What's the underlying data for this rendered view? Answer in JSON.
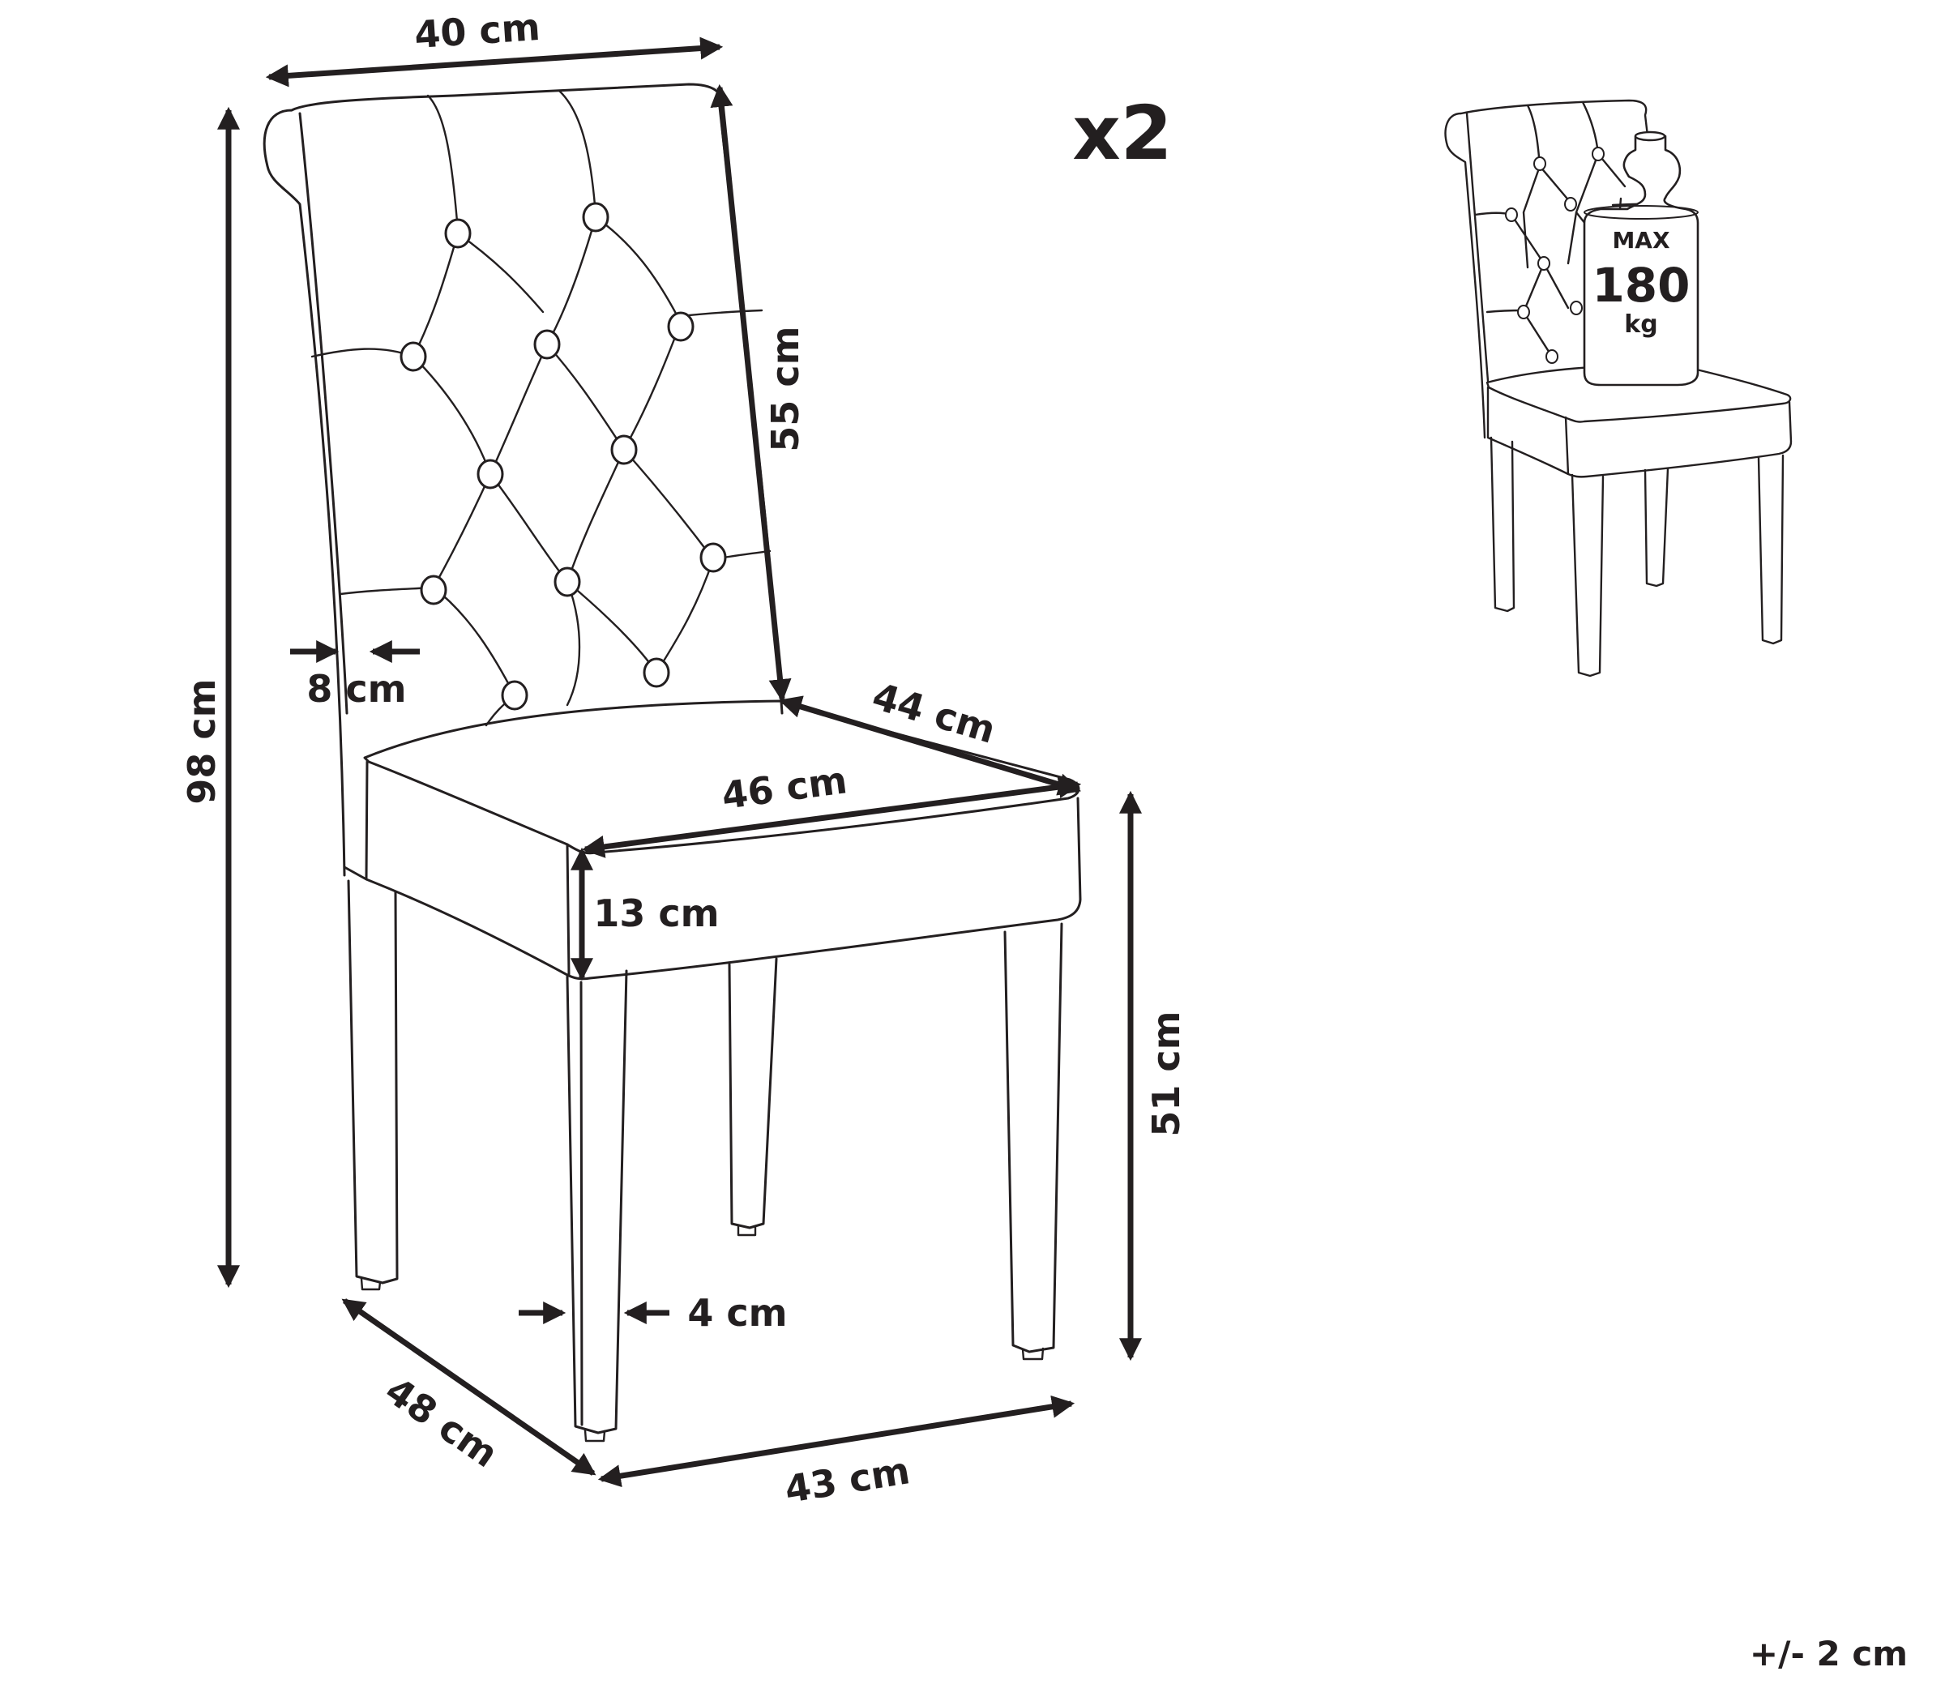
{
  "multiplier": "x2",
  "tolerance": "+/- 2 cm",
  "dimensions": {
    "backrest_width": "40 cm",
    "total_height": "98 cm",
    "backrest_height": "55 cm",
    "backrest_thickness": "8 cm",
    "seat_depth": "44 cm",
    "seat_width": "46 cm",
    "seat_thickness": "13 cm",
    "seat_height": "51 cm",
    "leg_width": "4 cm",
    "base_depth": "48 cm",
    "base_width": "43 cm"
  },
  "load": {
    "max_label": "MAX",
    "value": "180",
    "unit": "kg"
  },
  "colors": {
    "line": "#231f20",
    "background": "#ffffff"
  }
}
